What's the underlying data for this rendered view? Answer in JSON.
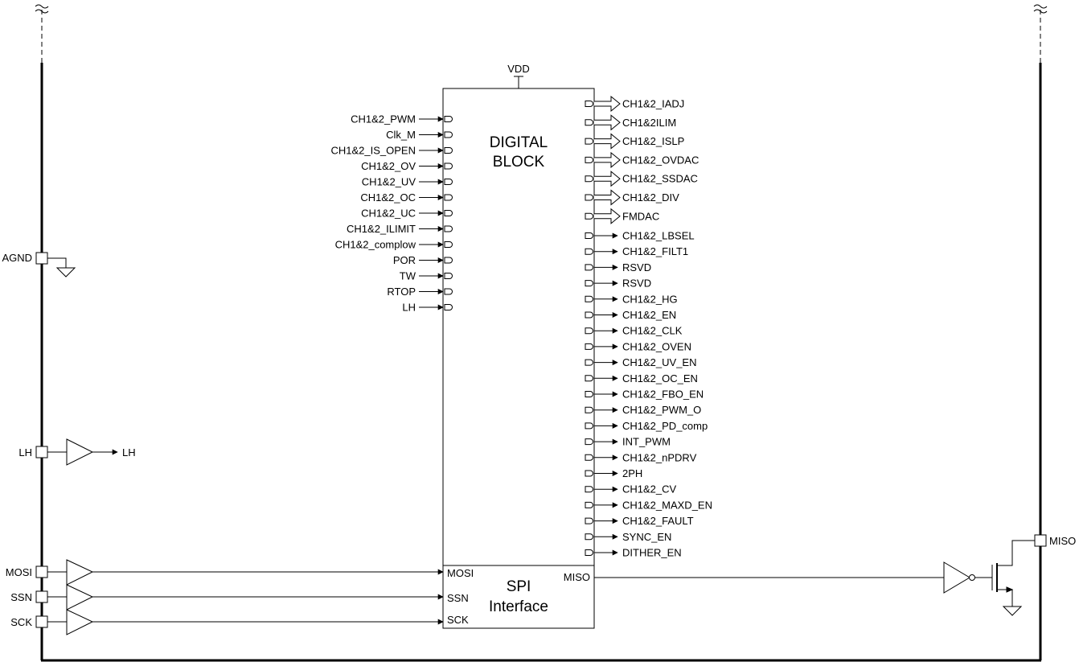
{
  "supply": {
    "label": "VDD"
  },
  "blocks": {
    "digital_line1": "DIGITAL",
    "digital_line2": "BLOCK",
    "spi_line1": "SPI",
    "spi_line2": "Interface",
    "spi_mosi": "MOSI",
    "spi_ssn": "SSN",
    "spi_sck": "SCK",
    "spi_miso": "MISO"
  },
  "pins": {
    "agnd": "AGND",
    "lh": "LH",
    "mosi": "MOSI",
    "ssn": "SSN",
    "sck": "SCK",
    "miso": "MISO"
  },
  "lh_output": "LH",
  "inputs": [
    "CH1&2_PWM",
    "Clk_M",
    "CH1&2_IS_OPEN",
    "CH1&2_OV",
    "CH1&2_UV",
    "CH1&2_OC",
    "CH1&2_UC",
    "CH1&2_ILIMIT",
    "CH1&2_complow",
    "POR",
    "TW",
    "RTOP",
    "LH"
  ],
  "bus_outputs": [
    "CH1&2_IADJ",
    "CH1&2ILIM",
    "CH1&2_ISLP",
    "CH1&2_OVDAC",
    "CH1&2_SSDAC",
    "CH1&2_DIV",
    "FMDAC"
  ],
  "outputs": [
    "CH1&2_LBSEL",
    "CH1&2_FILT1",
    "RSVD",
    "RSVD",
    "CH1&2_HG",
    "CH1&2_EN",
    "CH1&2_CLK",
    "CH1&2_OVEN",
    "CH1&2_UV_EN",
    "CH1&2_OC_EN",
    "CH1&2_FBO_EN",
    "CH1&2_PWM_O",
    "CH1&2_PD_comp",
    "INT_PWM",
    "CH1&2_nPDRV",
    "2PH",
    "CH1&2_CV",
    "CH1&2_MAXD_EN",
    "CH1&2_FAULT",
    "SYNC_EN",
    "DITHER_EN"
  ]
}
